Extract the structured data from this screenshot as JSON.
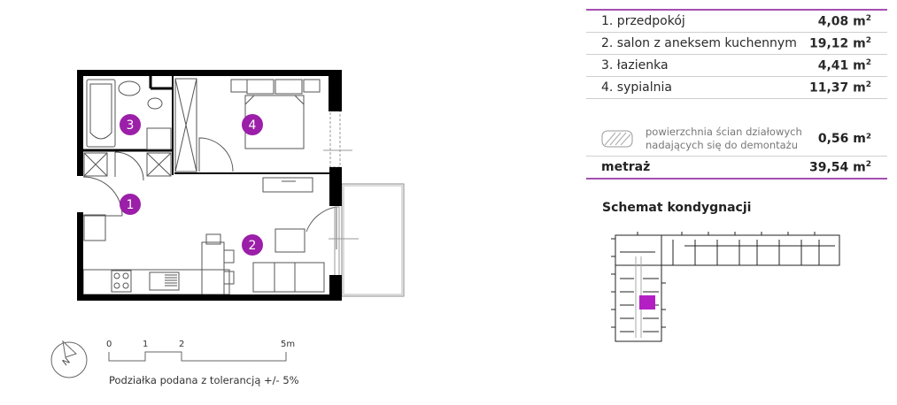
{
  "rooms": [
    {
      "label": "1. przedpokój",
      "area": "4,08 m",
      "marker": "1"
    },
    {
      "label": "2. salon z aneksem kuchennym",
      "area": "19,12 m",
      "marker": "2"
    },
    {
      "label": "3. łazienka",
      "area": "4,41 m",
      "marker": "3"
    },
    {
      "label": "4. sypialnia",
      "area": "11,37 m",
      "marker": "4"
    }
  ],
  "area_unit_sup": "2",
  "legend": {
    "line1": "powierzchnia ścian działowych",
    "line2": "nadających się do demontażu",
    "area": "0,56 m²"
  },
  "total": {
    "label": "metraż",
    "area": "39,54 m"
  },
  "schemat_title": "Schemat kondygnacji",
  "scale": {
    "ticks": [
      "0",
      "1",
      "2",
      "5m"
    ],
    "note": "Podziałka podana z tolerancją +/- 5%"
  },
  "compass_label": "N",
  "colors": {
    "accent": "#9b1fa8",
    "wall": "#000000",
    "rule": "#a54fb0"
  }
}
